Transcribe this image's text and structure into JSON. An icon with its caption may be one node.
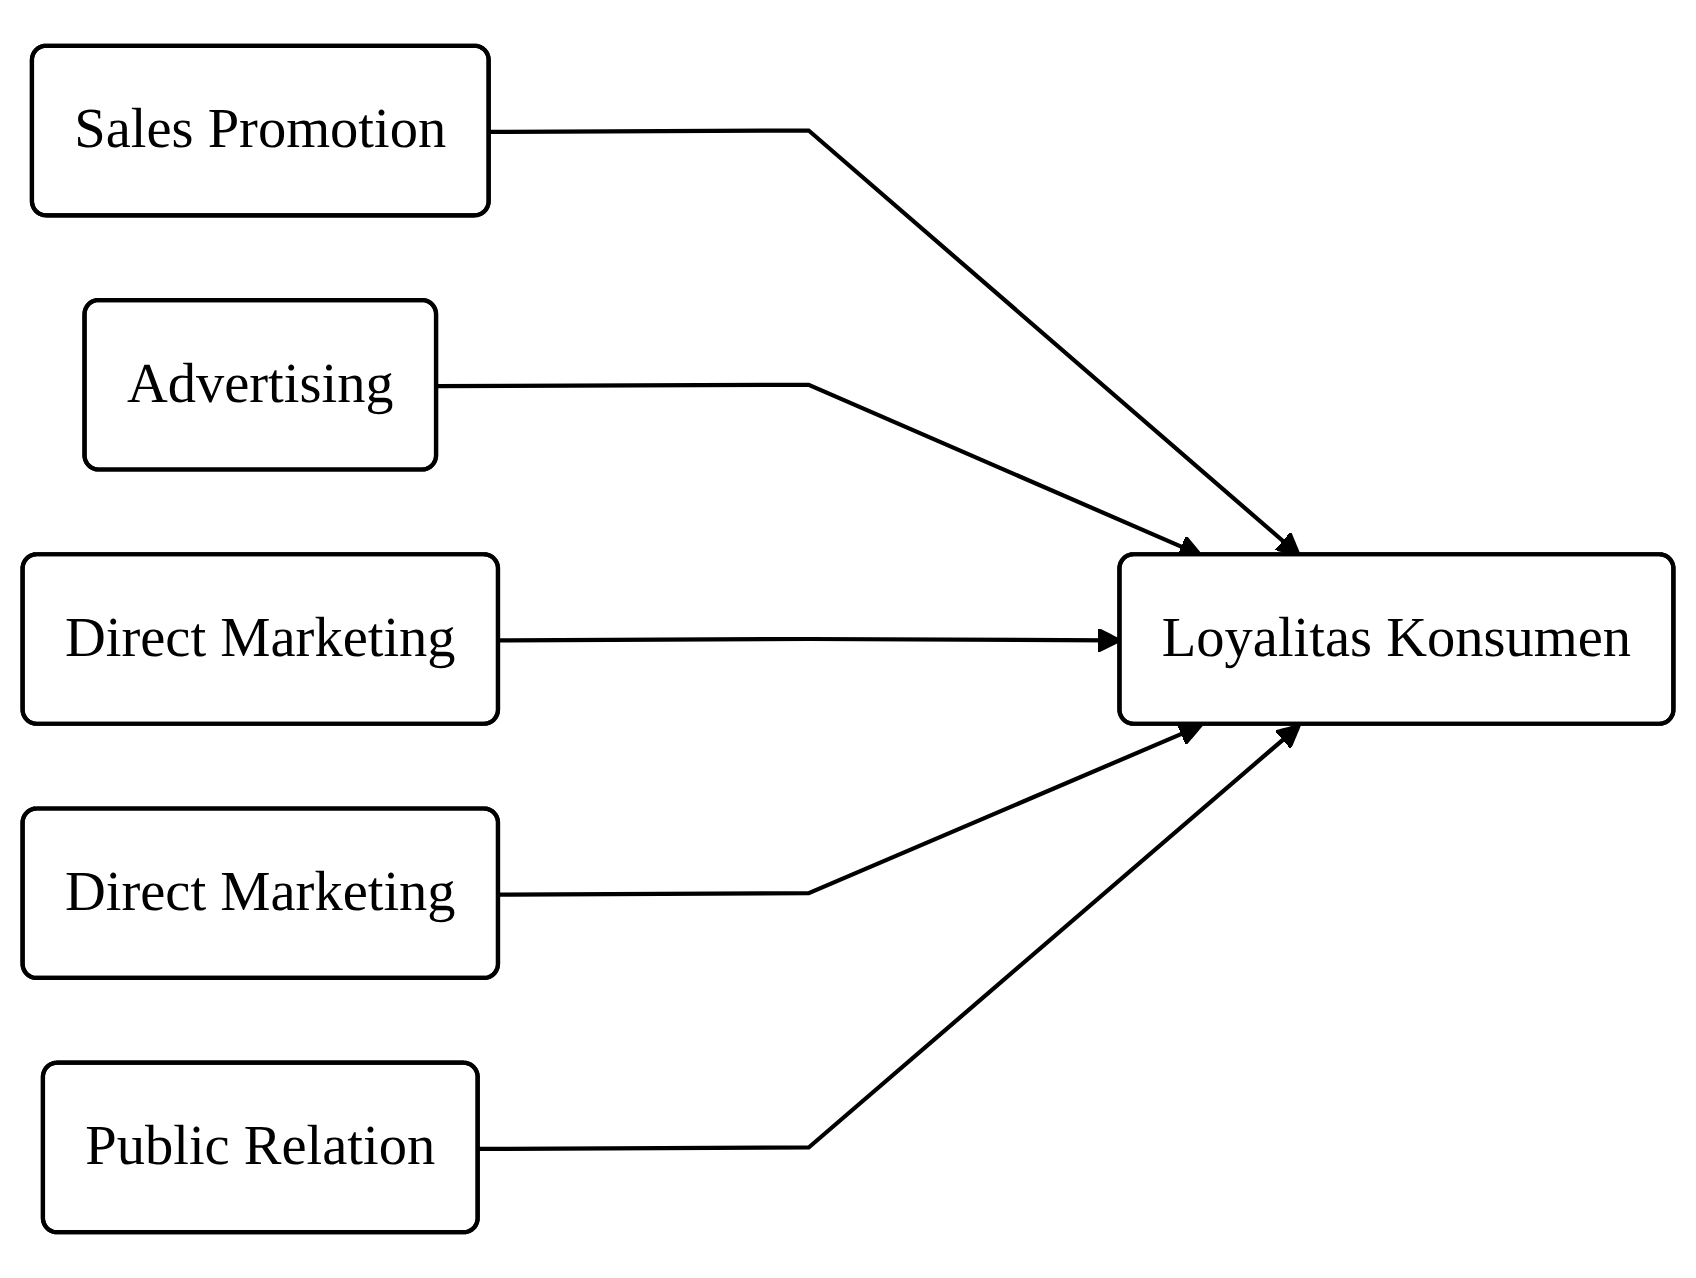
{
  "diagram": {
    "nodes": [
      {
        "text": [
          "Sales Promotion"
        ]
      },
      {
        "text": [
          "Advertising"
        ]
      },
      {
        "text": [
          "Direct Marketing"
        ]
      },
      {
        "text": [
          "Direct Marketing"
        ]
      },
      {
        "text": [
          "Public Relation"
        ]
      },
      {
        "text": [
          "Loyalitas Konsumen"
        ]
      }
    ],
    "edges": [
      {
        "from": 0,
        "to": 5,
        "arrow": "to"
      },
      {
        "from": 1,
        "to": 5,
        "arrow": "to"
      },
      {
        "from": 2,
        "to": 5,
        "arrow": "to"
      },
      {
        "from": 3,
        "to": 5,
        "arrow": "to"
      },
      {
        "from": 4,
        "to": 5,
        "arrow": "to"
      }
    ]
  }
}
